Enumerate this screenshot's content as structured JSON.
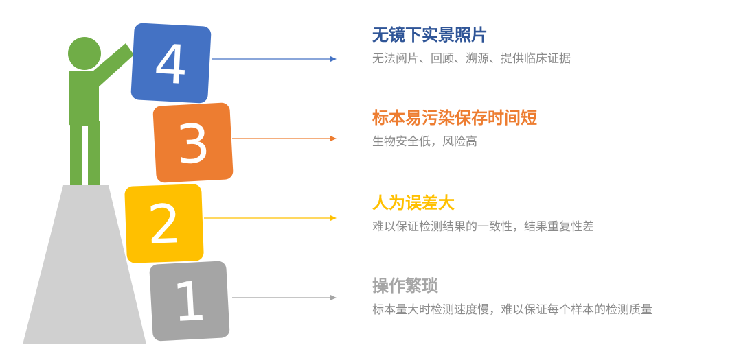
{
  "items": [
    {
      "number": "4",
      "title": "无镜下实景照片",
      "desc": "无法阅片、回顾、溯源、提供临床证据",
      "color": "#4472c4",
      "arrow_color": "#4472c4"
    },
    {
      "number": "3",
      "title": "标本易污染保存时间短",
      "desc": "生物安全低，风险高",
      "color": "#ed7d31",
      "arrow_color": "#ed7d31"
    },
    {
      "number": "2",
      "title": "人为误差大",
      "desc": "难以保证检测结果的一致性，结果重复性差",
      "color": "#ffc000",
      "arrow_color": "#ffc000"
    },
    {
      "number": "1",
      "title": "操作繁琐",
      "desc": "标本量大时检测速度慢，难以保证每个样本的检测质量",
      "color": "#a5a5a5",
      "arrow_color": "#a5a5a5"
    }
  ],
  "colors": {
    "figure": "#70ad47",
    "pedestal": "#d0d0d0",
    "desc_text": "#8a8a8a",
    "box_text": "#ffffff"
  }
}
